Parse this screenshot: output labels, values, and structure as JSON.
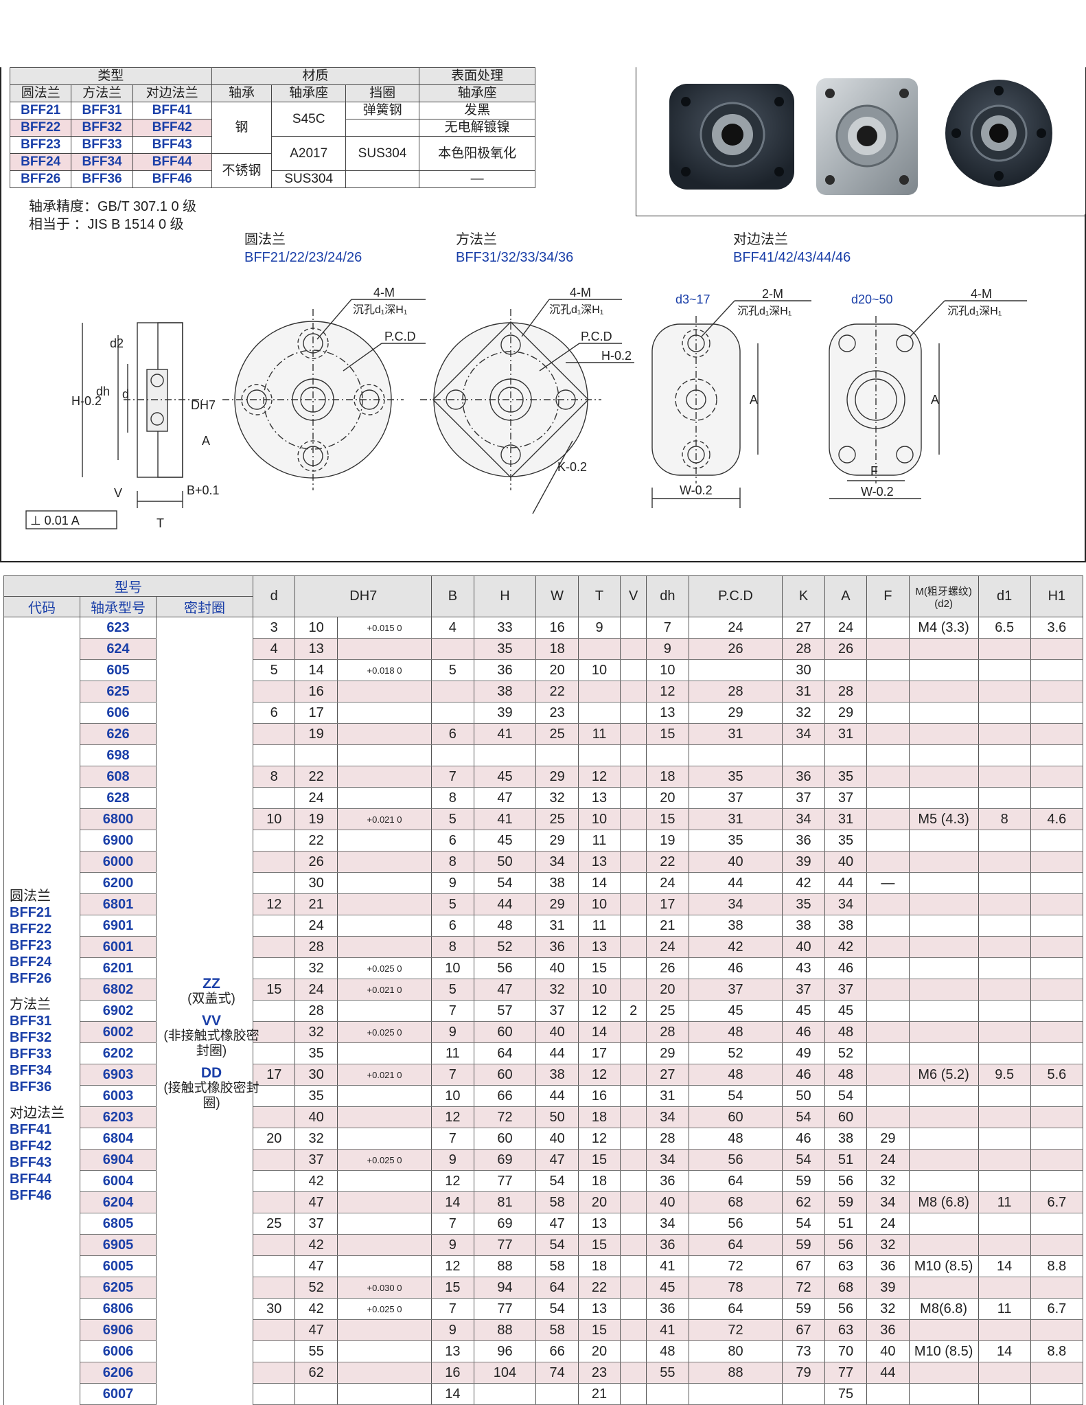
{
  "material_table": {
    "header_top": [
      "类型",
      "材质",
      "表面处理"
    ],
    "header_sub": [
      "圆法兰",
      "方法兰",
      "对边法兰",
      "轴承",
      "轴承座",
      "挡圈",
      "轴承座"
    ],
    "rows": [
      [
        "BFF21",
        "BFF31",
        "BFF41"
      ],
      [
        "BFF22",
        "BFF32",
        "BFF42"
      ],
      [
        "BFF23",
        "BFF33",
        "BFF43"
      ],
      [
        "BFF24",
        "BFF34",
        "BFF44"
      ],
      [
        "BFF26",
        "BFF36",
        "BFF46"
      ]
    ],
    "steel": "钢",
    "stainless": "不锈钢",
    "s45c": "S45C",
    "a2017": "A2017",
    "sus304_seat": "SUS304",
    "spring_steel": "弹簧钢",
    "sus304_ring": "SUS304",
    "black": "发黑",
    "nickel": "无电解镀镍",
    "anodize": "本色阳极氧化",
    "dash": "—"
  },
  "precision": {
    "line1": "轴承精度：GB/T 307.1  0 级",
    "line2": "相当于     ：JIS  B 1514  0  级"
  },
  "views": {
    "round": {
      "name": "圆法兰",
      "models": "BFF21/22/23/24/26"
    },
    "square": {
      "name": "方法兰",
      "models": "BFF31/32/33/34/36"
    },
    "side": {
      "name": "对边法兰",
      "models": "BFF41/42/43/44/46"
    }
  },
  "drawing_labels": {
    "four_m": "4-M",
    "counterbore_4": "沉孔d₁深H₁",
    "pcd": "P.C.D",
    "h_tol": "H-0.2",
    "k_tol": "K-0.2",
    "d3_17": "d3~17",
    "d20_50": "d20~50",
    "two_m": "2-M",
    "a": "A",
    "w_tol": "W-0.2",
    "f": "F",
    "v": "V",
    "t": "T",
    "b_tol": "B+0.1",
    "perp": "⊥ 0.01 A",
    "h_side": "H-0.2",
    "d2": "d2",
    "dh": "dh",
    "d": "d",
    "dh7": "DH7",
    "a_circle": "A"
  },
  "spec_table": {
    "group_header": "型号",
    "sub_headers": [
      "代码",
      "轴承型号",
      "密封圈"
    ],
    "columns": [
      "d",
      "DH7",
      "B",
      "H",
      "W",
      "T",
      "V",
      "dh",
      "P.C.D",
      "K",
      "A",
      "F",
      "M(粗牙螺纹)(d2)",
      "d1",
      "H1"
    ],
    "rows": [
      [
        "623",
        "3",
        "10",
        "+0.015 0",
        "4",
        "33",
        "16",
        "9",
        "",
        "7",
        "24",
        "27",
        "24",
        "",
        "M4 (3.3)",
        "6.5",
        "3.6"
      ],
      [
        "624",
        "4",
        "13",
        "",
        "",
        "35",
        "18",
        "",
        "",
        "9",
        "26",
        "28",
        "26",
        "",
        "",
        "",
        ""
      ],
      [
        "605",
        "5",
        "14",
        "+0.018 0",
        "5",
        "36",
        "20",
        "10",
        "",
        "10",
        "",
        "30",
        "",
        "",
        "",
        "",
        ""
      ],
      [
        "625",
        "",
        "16",
        "",
        "",
        "38",
        "22",
        "",
        "",
        "12",
        "28",
        "31",
        "28",
        "",
        "",
        "",
        ""
      ],
      [
        "606",
        "6",
        "17",
        "",
        "",
        "39",
        "23",
        "",
        "",
        "13",
        "29",
        "32",
        "29",
        "",
        "",
        "",
        ""
      ],
      [
        "626",
        "",
        "19",
        "",
        "6",
        "41",
        "25",
        "11",
        "",
        "15",
        "31",
        "34",
        "31",
        "",
        "",
        "",
        ""
      ],
      [
        "698",
        "",
        "",
        "",
        "",
        "",
        "",
        "",
        "",
        "",
        "",
        "",
        "",
        "",
        "",
        "",
        ""
      ],
      [
        "608",
        "8",
        "22",
        "",
        "7",
        "45",
        "29",
        "12",
        "",
        "18",
        "35",
        "36",
        "35",
        "",
        "",
        "",
        ""
      ],
      [
        "628",
        "",
        "24",
        "",
        "8",
        "47",
        "32",
        "13",
        "",
        "20",
        "37",
        "37",
        "37",
        "",
        "",
        "",
        ""
      ],
      [
        "6800",
        "10",
        "19",
        "+0.021 0",
        "5",
        "41",
        "25",
        "10",
        "",
        "15",
        "31",
        "34",
        "31",
        "",
        "M5 (4.3)",
        "8",
        "4.6"
      ],
      [
        "6900",
        "",
        "22",
        "",
        "6",
        "45",
        "29",
        "11",
        "",
        "19",
        "35",
        "36",
        "35",
        "",
        "",
        "",
        ""
      ],
      [
        "6000",
        "",
        "26",
        "",
        "8",
        "50",
        "34",
        "13",
        "",
        "22",
        "40",
        "39",
        "40",
        "",
        "",
        "",
        ""
      ],
      [
        "6200",
        "",
        "30",
        "",
        "9",
        "54",
        "38",
        "14",
        "",
        "24",
        "44",
        "42",
        "44",
        "—",
        "",
        "",
        ""
      ],
      [
        "6801",
        "12",
        "21",
        "",
        "5",
        "44",
        "29",
        "10",
        "",
        "17",
        "34",
        "35",
        "34",
        "",
        "",
        "",
        ""
      ],
      [
        "6901",
        "",
        "24",
        "",
        "6",
        "48",
        "31",
        "11",
        "",
        "21",
        "38",
        "38",
        "38",
        "",
        "",
        "",
        ""
      ],
      [
        "6001",
        "",
        "28",
        "",
        "8",
        "52",
        "36",
        "13",
        "",
        "24",
        "42",
        "40",
        "42",
        "",
        "",
        "",
        ""
      ],
      [
        "6201",
        "",
        "32",
        "+0.025 0",
        "10",
        "56",
        "40",
        "15",
        "",
        "26",
        "46",
        "43",
        "46",
        "",
        "",
        "",
        ""
      ],
      [
        "6802",
        "15",
        "24",
        "+0.021 0",
        "5",
        "47",
        "32",
        "10",
        "",
        "20",
        "37",
        "37",
        "37",
        "",
        "",
        "",
        ""
      ],
      [
        "6902",
        "",
        "28",
        "",
        "7",
        "57",
        "37",
        "12",
        "2",
        "25",
        "45",
        "45",
        "45",
        "",
        "",
        "",
        ""
      ],
      [
        "6002",
        "",
        "32",
        "+0.025 0",
        "9",
        "60",
        "40",
        "14",
        "",
        "28",
        "48",
        "46",
        "48",
        "",
        "",
        "",
        ""
      ],
      [
        "6202",
        "",
        "35",
        "",
        "11",
        "64",
        "44",
        "17",
        "",
        "29",
        "52",
        "49",
        "52",
        "",
        "",
        "",
        ""
      ],
      [
        "6903",
        "17",
        "30",
        "+0.021 0",
        "7",
        "60",
        "38",
        "12",
        "",
        "27",
        "48",
        "46",
        "48",
        "",
        "M6 (5.2)",
        "9.5",
        "5.6"
      ],
      [
        "6003",
        "",
        "35",
        "",
        "10",
        "66",
        "44",
        "16",
        "",
        "31",
        "54",
        "50",
        "54",
        "",
        "",
        "",
        ""
      ],
      [
        "6203",
        "",
        "40",
        "",
        "12",
        "72",
        "50",
        "18",
        "",
        "34",
        "60",
        "54",
        "60",
        "",
        "",
        "",
        ""
      ],
      [
        "6804",
        "20",
        "32",
        "",
        "7",
        "60",
        "40",
        "12",
        "",
        "28",
        "48",
        "46",
        "38",
        "29",
        "",
        "",
        ""
      ],
      [
        "6904",
        "",
        "37",
        "+0.025 0",
        "9",
        "69",
        "47",
        "15",
        "",
        "34",
        "56",
        "54",
        "51",
        "24",
        "",
        "",
        ""
      ],
      [
        "6004",
        "",
        "42",
        "",
        "12",
        "77",
        "54",
        "18",
        "",
        "36",
        "64",
        "59",
        "56",
        "32",
        "",
        "",
        ""
      ],
      [
        "6204",
        "",
        "47",
        "",
        "14",
        "81",
        "58",
        "20",
        "",
        "40",
        "68",
        "62",
        "59",
        "34",
        "M8 (6.8)",
        "11",
        "6.7"
      ],
      [
        "6805",
        "25",
        "37",
        "",
        "7",
        "69",
        "47",
        "13",
        "",
        "34",
        "56",
        "54",
        "51",
        "24",
        "",
        "",
        ""
      ],
      [
        "6905",
        "",
        "42",
        "",
        "9",
        "77",
        "54",
        "15",
        "",
        "36",
        "64",
        "59",
        "56",
        "32",
        "",
        "",
        ""
      ],
      [
        "6005",
        "",
        "47",
        "",
        "12",
        "88",
        "58",
        "18",
        "",
        "41",
        "72",
        "67",
        "63",
        "36",
        "M10 (8.5)",
        "14",
        "8.8"
      ],
      [
        "6205",
        "",
        "52",
        "+0.030 0",
        "15",
        "94",
        "64",
        "22",
        "",
        "45",
        "78",
        "72",
        "68",
        "39",
        "",
        "",
        ""
      ],
      [
        "6806",
        "30",
        "42",
        "+0.025 0",
        "7",
        "77",
        "54",
        "13",
        "",
        "36",
        "64",
        "59",
        "56",
        "32",
        "M8(6.8)",
        "11",
        "6.7"
      ],
      [
        "6906",
        "",
        "47",
        "",
        "9",
        "88",
        "58",
        "15",
        "",
        "41",
        "72",
        "67",
        "63",
        "36",
        "",
        "",
        ""
      ],
      [
        "6006",
        "",
        "55",
        "",
        "13",
        "96",
        "66",
        "20",
        "",
        "48",
        "80",
        "73",
        "70",
        "40",
        "M10 (8.5)",
        "14",
        "8.8"
      ],
      [
        "6206",
        "",
        "62",
        "",
        "16",
        "104",
        "74",
        "23",
        "",
        "55",
        "88",
        "79",
        "77",
        "44",
        "",
        "",
        ""
      ],
      [
        "6007",
        "",
        "",
        "",
        "14",
        "",
        "",
        "21",
        "",
        "",
        "",
        "",
        "75",
        "",
        "",
        "",
        ""
      ]
    ],
    "side_groups": [
      {
        "name": "圆法兰",
        "codes": [
          "BFF21",
          "BFF22",
          "BFF23",
          "BFF24",
          "BFF26"
        ]
      },
      {
        "name": "方法兰",
        "codes": [
          "BFF31",
          "BFF32",
          "BFF33",
          "BFF34",
          "BFF36"
        ]
      },
      {
        "name": "对边法兰",
        "codes": [
          "BFF41",
          "BFF42",
          "BFF43",
          "BFF44",
          "BFF46"
        ]
      }
    ],
    "seals": [
      {
        "code": "ZZ",
        "desc": "(双盖式)"
      },
      {
        "code": "VV",
        "desc": "(非接触式橡胶密封圈)"
      },
      {
        "code": "DD",
        "desc": "(接触式橡胶密封圈)"
      }
    ]
  }
}
